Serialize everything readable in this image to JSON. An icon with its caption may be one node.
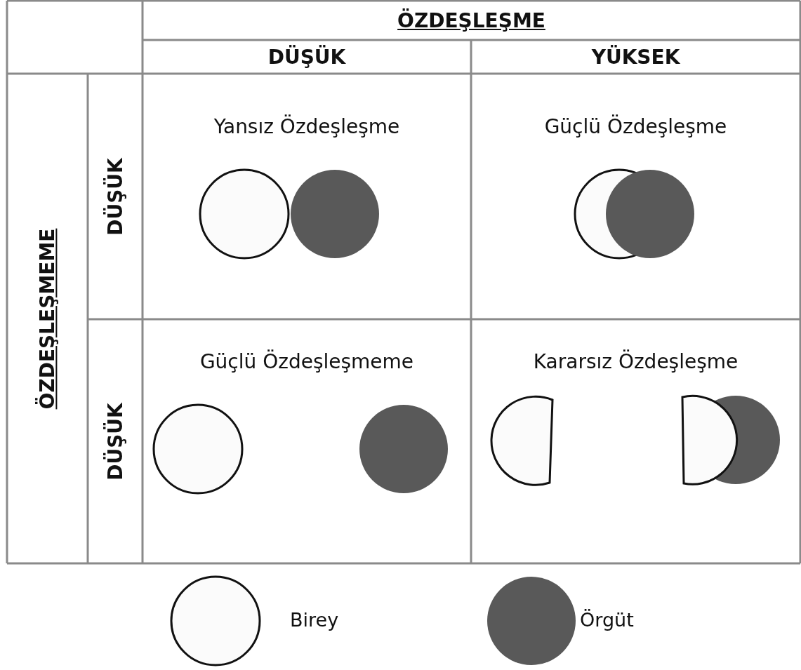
{
  "diagram": {
    "labels": [
      "ÖZDEŞLEŞME",
      "DÜŞÜK",
      "YÜKSEK",
      "ÖZDEŞLEŞMEME",
      "DÜŞÜK",
      "Yansız Özdeşleşme",
      "Güçlü Özdeşleşme",
      "DÜŞÜK",
      "Güçlü Özdeşleşmeme",
      "Kararsız Özdeşleşme"
    ],
    "legend": [
      {
        "text": "Birey",
        "color": "#fbfbfb"
      },
      {
        "text": "Örgüt",
        "color": "#595959"
      }
    ]
  }
}
